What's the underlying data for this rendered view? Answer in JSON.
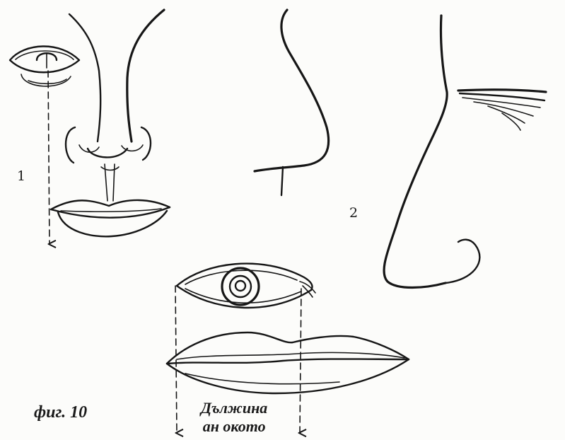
{
  "labels": {
    "front_view_number": "1",
    "profile_view_number": "2",
    "figure_caption": "фиг. 10",
    "measure_caption_line1": "Дължина",
    "measure_caption_line2": "ан окото"
  },
  "colors": {
    "ink": "#161616",
    "paper": "#fcfcfa"
  }
}
